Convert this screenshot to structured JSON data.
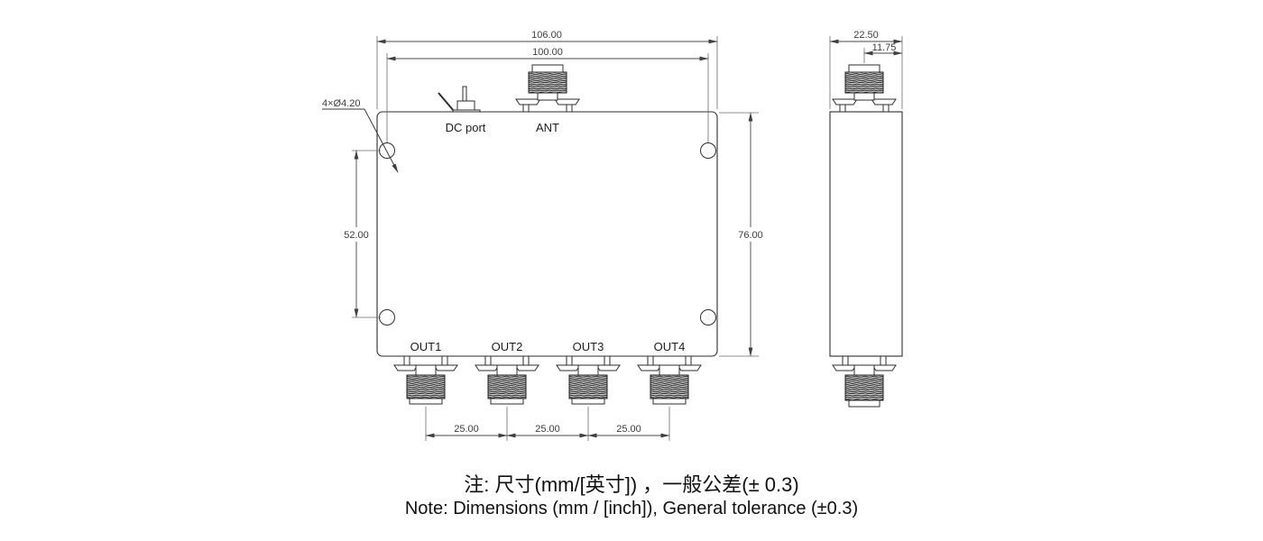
{
  "front_view": {
    "hole_callout": "4×Ø4.20",
    "dc_port_label": "DC port",
    "ant_label": "ANT",
    "out_labels": [
      "OUT1",
      "OUT2",
      "OUT3",
      "OUT4"
    ],
    "dims": {
      "overall_width": "106.00",
      "mount_hole_span_h": "100.00",
      "mount_hole_span_v": "52.00",
      "overall_height": "76.00",
      "out_pitch": [
        "25.00",
        "25.00",
        "25.00"
      ]
    }
  },
  "side_view": {
    "dims": {
      "depth": "22.50",
      "connector_offset": "11.75"
    }
  },
  "notes": {
    "zh": "注: 尺寸(mm/[英寸]) ，一般公差(± 0.3)",
    "en": "Note: Dimensions (mm / [inch]), General tolerance (±0.3)"
  },
  "colors": {
    "background": "#ffffff",
    "outline": "#2e2e2e",
    "dimension": "#3c3c3c",
    "knurl_fill": "#c9c9c9"
  }
}
